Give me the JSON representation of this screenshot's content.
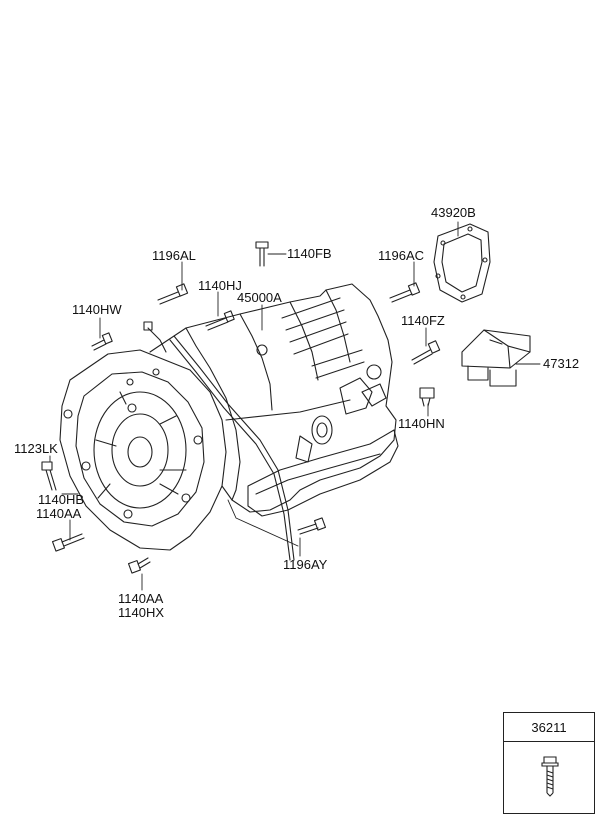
{
  "parts": {
    "p43920B": "43920B",
    "p1196AL": "1196AL",
    "p1140FB": "1140FB",
    "p1196AC": "1196AC",
    "p1140HJ": "1140HJ",
    "p45000A": "45000A",
    "p1140HW": "1140HW",
    "p1140FZ": "1140FZ",
    "p47312": "47312",
    "p1140HN": "1140HN",
    "p1123LK": "1123LK",
    "p1140HB": "1140HB",
    "p1140AA_left": "1140AA",
    "p1196AY": "1196AY",
    "p1140AA_bottom": "1140AA",
    "p1140HX": "1140HX"
  },
  "legend": {
    "code": "36211",
    "icon": "bolt-icon"
  },
  "colors": {
    "line": "#222222",
    "background": "#ffffff"
  }
}
